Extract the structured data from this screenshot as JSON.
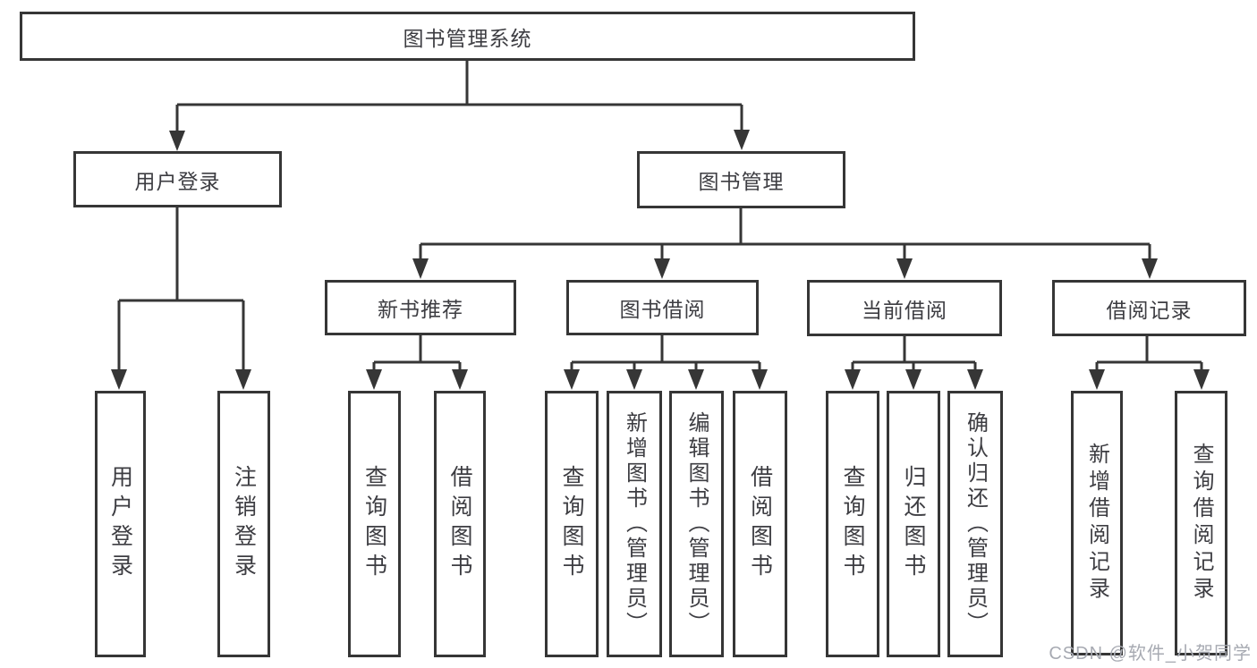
{
  "tree": {
    "root": {
      "label": "图书管理系统",
      "children": [
        {
          "label": "用户登录",
          "children": [
            {
              "label": "用户登录"
            },
            {
              "label": "注销登录"
            }
          ]
        },
        {
          "label": "图书管理",
          "children": [
            {
              "label": "新书推荐",
              "children": [
                {
                  "label": "查询图书"
                },
                {
                  "label": "借阅图书"
                }
              ]
            },
            {
              "label": "图书借阅",
              "children": [
                {
                  "label": "查询图书"
                },
                {
                  "label": "新增图书（管理员）"
                },
                {
                  "label": "编辑图书（管理员）"
                },
                {
                  "label": "借阅图书"
                }
              ]
            },
            {
              "label": "当前借阅",
              "children": [
                {
                  "label": "查询图书"
                },
                {
                  "label": "归还图书"
                },
                {
                  "label": "确认归还（管理员）"
                }
              ]
            },
            {
              "label": "借阅记录",
              "children": [
                {
                  "label": "新增借阅记录"
                },
                {
                  "label": "查询借阅记录"
                }
              ]
            }
          ]
        }
      ]
    }
  },
  "watermark": {
    "text": "CSDN @软件_小贺同学"
  },
  "colors": {
    "line": "#363636",
    "box_border": "#363636",
    "text": "#3d3d42",
    "watermark": "#a7aab2",
    "background": "#ffffff"
  }
}
